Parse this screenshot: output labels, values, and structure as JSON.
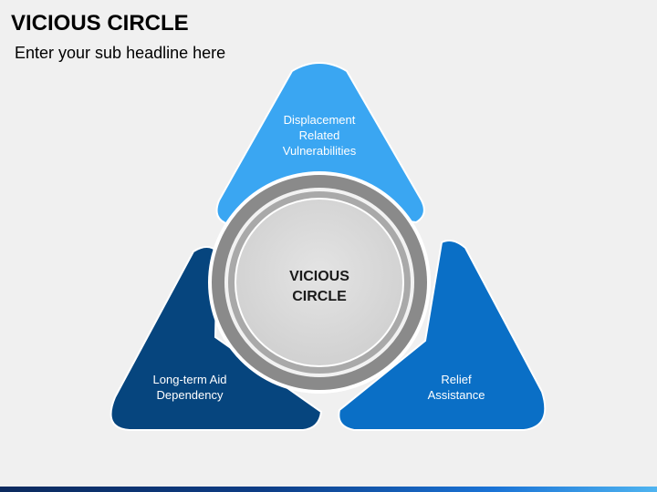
{
  "header": {
    "title": "VICIOUS CIRCLE",
    "subtitle": "Enter your sub headline here"
  },
  "diagram": {
    "center": {
      "line1": "VICIOUS",
      "line2": "CIRCLE"
    },
    "top": {
      "line1": "Displacement",
      "line2": "Related",
      "line3": "Vulnerabilities",
      "color": "#3aa6f2"
    },
    "left": {
      "line1": "Long-term Aid",
      "line2": "Dependency",
      "color": "#06457e"
    },
    "right": {
      "line1": "Relief",
      "line2": "Assistance",
      "color": "#0a6fc6"
    }
  },
  "colors": {
    "background": "#f0f0f0",
    "ring_outer": "#8a8a8a",
    "ring_inner": "#a9a9a9",
    "center_fill": "#d6d6d6"
  }
}
